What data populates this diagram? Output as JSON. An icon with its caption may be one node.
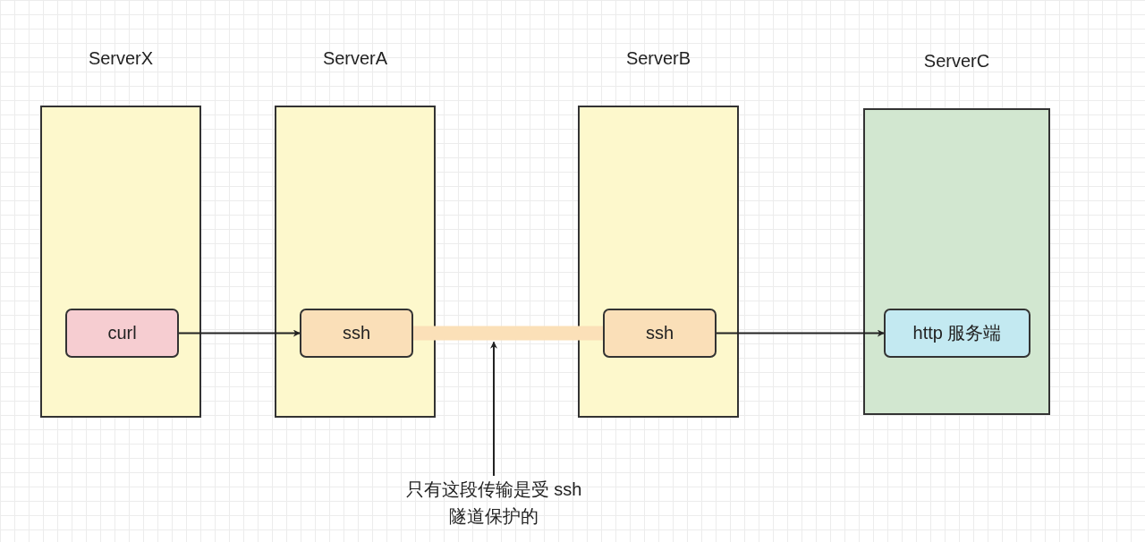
{
  "diagram": {
    "nodes": [
      {
        "text": [
          "ServerX"
        ]
      },
      {
        "text": [
          "curl"
        ],
        "in": 0
      },
      {
        "text": [
          "ServerA"
        ]
      },
      {
        "text": [
          "ssh"
        ],
        "in": 2
      },
      {
        "text": [
          "ServerB"
        ]
      },
      {
        "text": [
          "ssh"
        ],
        "in": 4
      },
      {
        "text": [
          "ServerC"
        ]
      },
      {
        "text": [
          "http 服务端"
        ],
        "in": 6
      },
      {
        "text": [
          "只有这段传输是受 ssh隧道保护的"
        ]
      }
    ],
    "edges": [
      {
        "from": 1,
        "to": 3,
        "arrow": "to"
      },
      {
        "from": 3,
        "to": 5,
        "arrow": "none",
        "style": "thick",
        "color": "#fbe0b8"
      },
      {
        "from": 5,
        "to": 7,
        "arrow": "to"
      },
      {
        "from": 8,
        "to": null,
        "arrow": "to"
      }
    ]
  }
}
